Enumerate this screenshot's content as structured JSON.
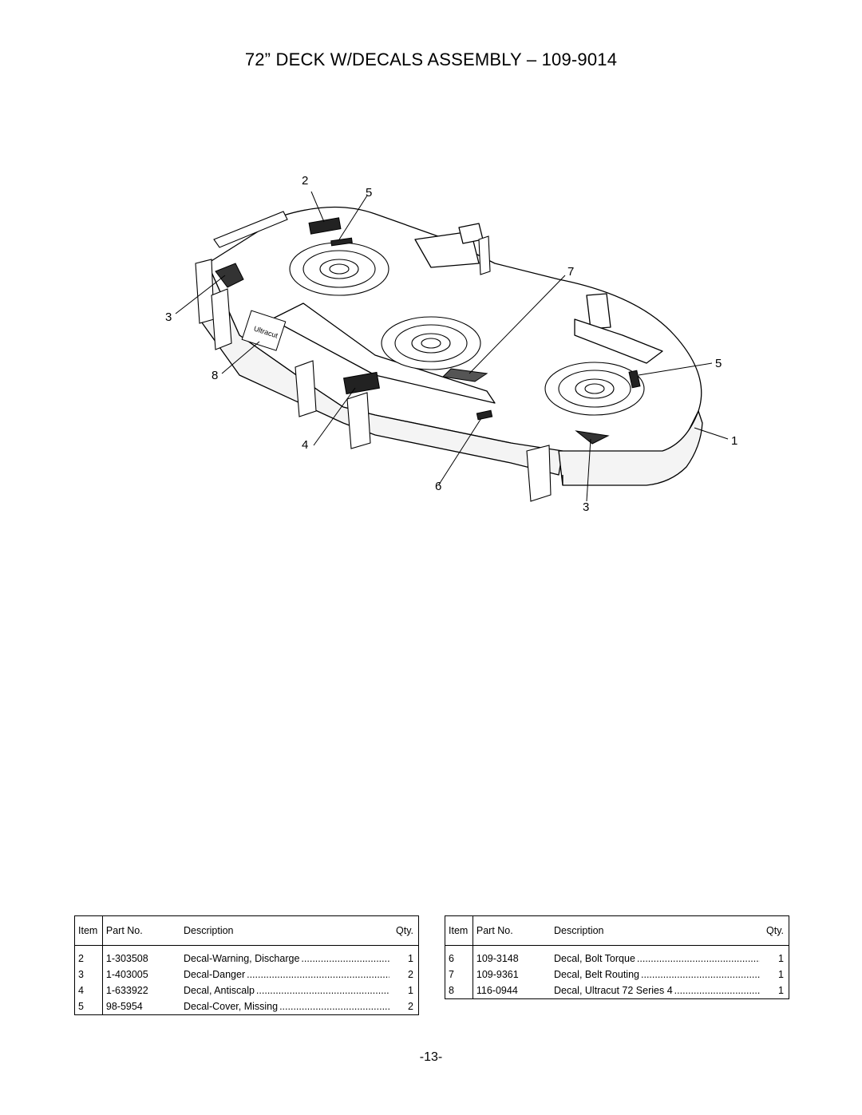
{
  "title": "72” DECK W/DECALS ASSEMBLY – 109-9014",
  "callouts": {
    "c2": "2",
    "c5a": "5",
    "c7": "7",
    "c3a": "3",
    "c5b": "5",
    "c8": "8",
    "c4": "4",
    "c1": "1",
    "c6": "6",
    "c3b": "3"
  },
  "table_headers": {
    "item": "Item",
    "part": "Part No.",
    "desc": "Description",
    "qty": "Qty."
  },
  "parts_left": [
    {
      "item": "2",
      "part": "1-303508",
      "desc": "Decal-Warning, Discharge",
      "qty": "1"
    },
    {
      "item": "3",
      "part": "1-403005",
      "desc": "Decal-Danger",
      "qty": "2"
    },
    {
      "item": "4",
      "part": "1-633922",
      "desc": "Decal, Antiscalp",
      "qty": "1"
    },
    {
      "item": "5",
      "part": "98-5954",
      "desc": "Decal-Cover, Missing",
      "qty": "2"
    }
  ],
  "parts_right": [
    {
      "item": "6",
      "part": "109-3148",
      "desc": "Decal, Bolt Torque",
      "qty": "1"
    },
    {
      "item": "7",
      "part": "109-9361",
      "desc": "Decal, Belt Routing",
      "qty": "1"
    },
    {
      "item": "8",
      "part": "116-0944",
      "desc": "Decal, Ultracut 72 Series 4",
      "qty": "1"
    }
  ],
  "page_number": "-13-"
}
